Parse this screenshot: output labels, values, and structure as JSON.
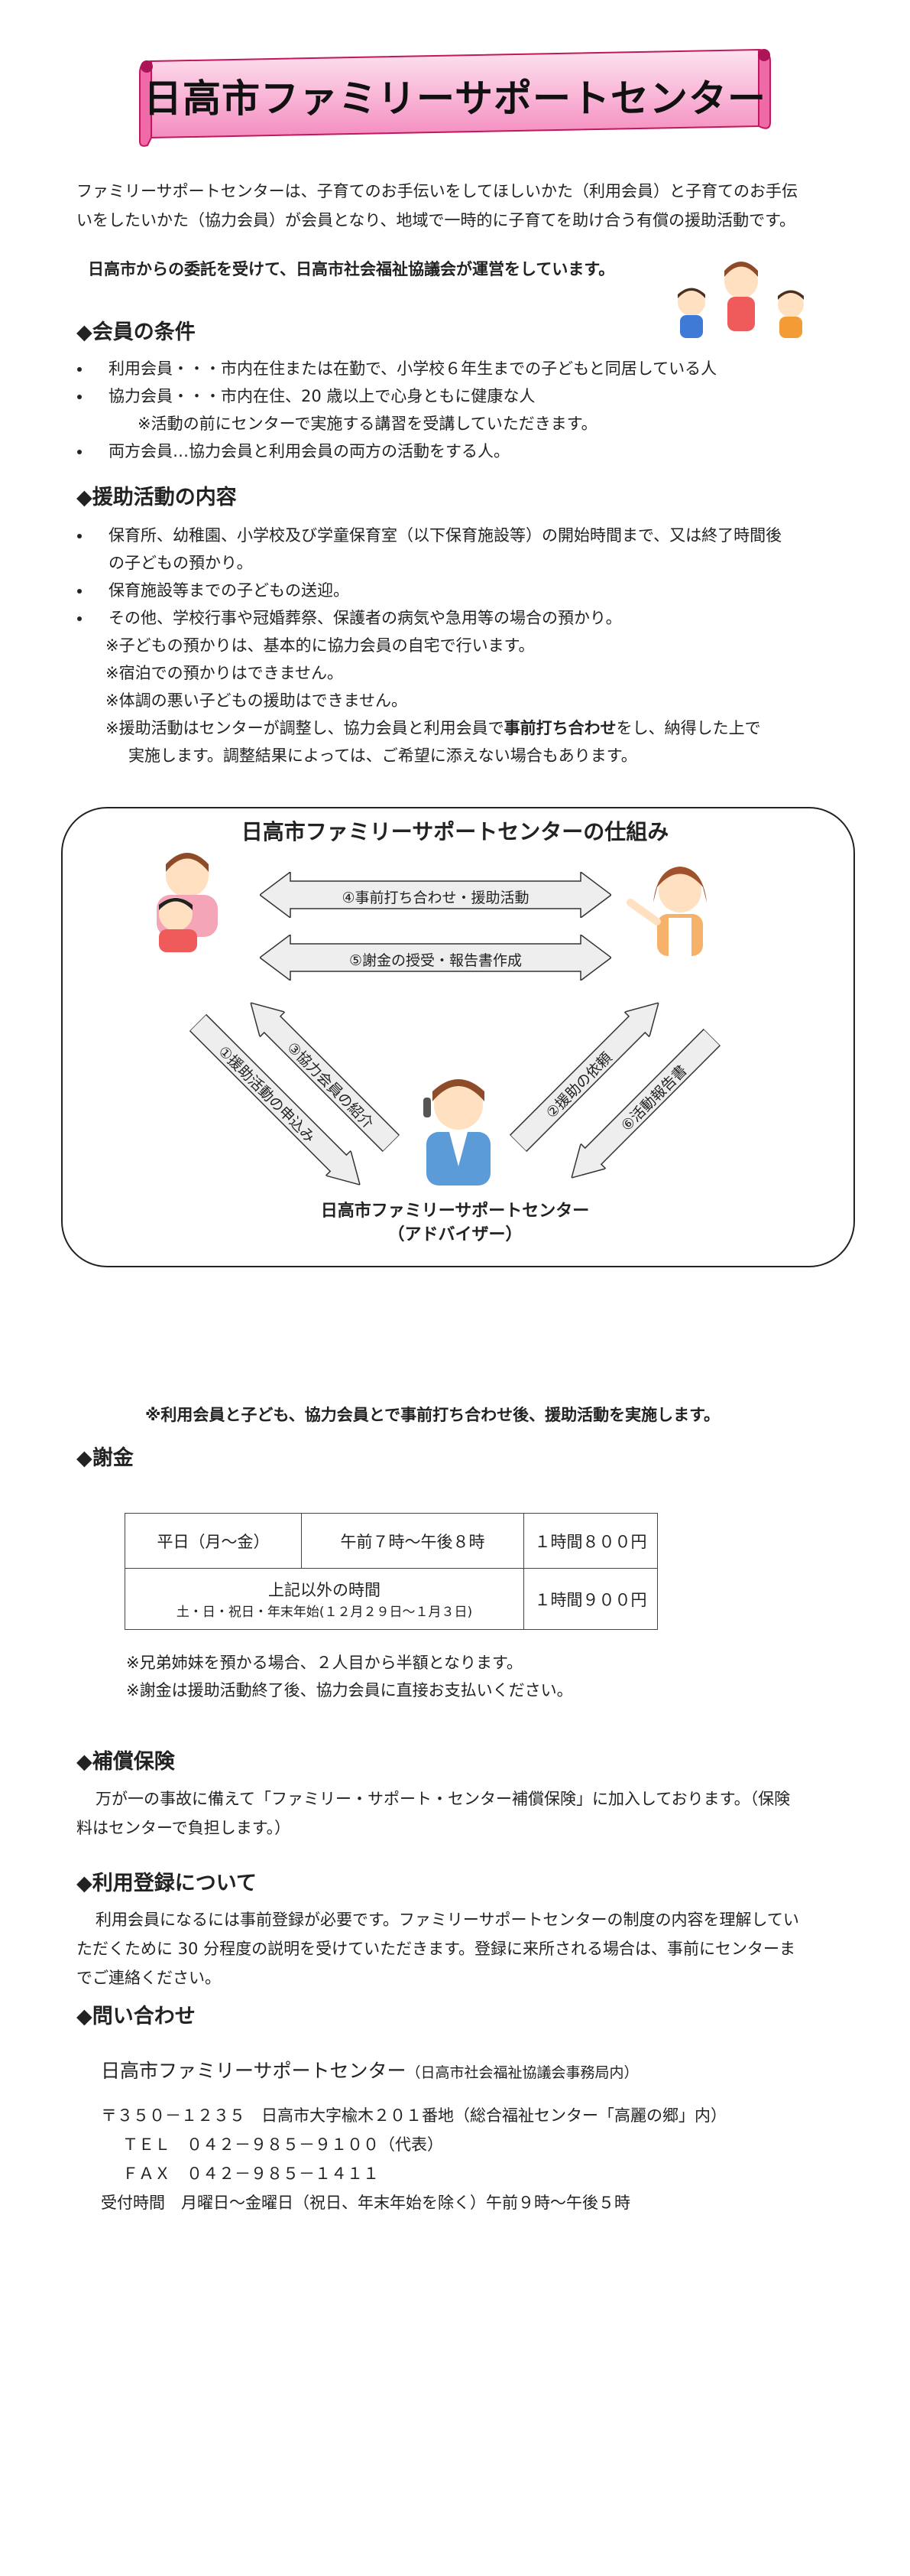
{
  "title": "日高市ファミリーサポートセンター",
  "intro": {
    "line1": "ファミリーサポートセンターは、子育てのお手伝いをしてほしいかた（利用会員）と子育てのお手伝",
    "line2": "いをしたいかた（協力会員）が会員となり、地域で一時的に子育てを助け合う有償の援助活動です。",
    "entrusted": "日高市からの委託を受けて、日高市社会福祉協議会が運営をしています。"
  },
  "membership": {
    "heading": "◆会員の条件",
    "items": [
      "利用会員・・・市内在住または在勤で、小学校６年生までの子どもと同居している人",
      "協力会員・・・市内在住、20 歳以上で心身ともに健康な人",
      "両方会員…協力会員と利用会員の両方の活動をする人。"
    ],
    "note": "※活動の前にセンターで実施する講習を受講していただきます。"
  },
  "activities": {
    "heading": "◆援助活動の内容",
    "item1_line1": "保育所、幼稚園、小学校及び学童保育室（以下保育施設等）の開始時間まで、又は終了時間後",
    "item1_line2": "の子どもの預かり。",
    "item2": "保育施設等までの子どもの送迎。",
    "item3": "その他、学校行事や冠婚葬祭、保護者の病気や急用等の場合の預かり。",
    "notes": [
      "※子どもの預かりは、基本的に協力会員の自宅で行います。",
      "※宿泊での預かりはできません。",
      "※体調の悪い子どもの援助はできません。"
    ],
    "last_note_a": "※援助活動はセンターが調整し、協力会員と利用会員で",
    "last_note_b": "事前打ち合わせ",
    "last_note_c": "をし、納得した上で",
    "last_note_line2": "実施します。調整結果によっては、ご希望に添えない場合もあります。"
  },
  "diagram": {
    "title": "日高市ファミリーサポートセンターの仕組み",
    "arrow4": "④事前打ち合わせ・援助活動",
    "arrow5": "⑤謝金の授受・報告書作成",
    "arrow1": "①援助活動の申込み",
    "arrow3": "③協力会員の紹介",
    "arrow2": "②援助の依頼",
    "arrow6": "⑥活動報告書",
    "center_name": "日高市ファミリーサポートセンター",
    "center_sub": "（アドバイザー）"
  },
  "implementation_note": "※利用会員と子ども、協力会員とで事前打ち合わせ後、援助活動を実施します。",
  "fees": {
    "heading": "◆謝金",
    "row1": {
      "day": "平日（月～金）",
      "time": "午前７時～午後８時",
      "price": "１時間８００円"
    },
    "row2": {
      "line1": "上記以外の時間",
      "line2": "土・日・祝日・年末年始(１２月２９日～１月３日)",
      "price": "１時間９００円"
    },
    "notes": [
      "※兄弟姉妹を預かる場合、２人目から半額となります。",
      "※謝金は援助活動終了後、協力会員に直接お支払いください。"
    ]
  },
  "insurance": {
    "heading": "◆補償保険",
    "line1": "万が一の事故に備えて「ファミリー・サポート・センター補償保険」に加入しております。（保険",
    "line2": "料はセンターで負担します。）"
  },
  "registration": {
    "heading": "◆利用登録について",
    "line1": "利用会員になるには事前登録が必要です。ファミリーサポートセンターの制度の内容を理解してい",
    "line2": "ただくために 30 分程度の説明を受けていただきます。登録に来所される場合は、事前にセンターま",
    "line3": "でご連絡ください。"
  },
  "contact": {
    "heading": "◆問い合わせ",
    "org": "日高市ファミリーサポートセンター",
    "org_sub": "（日高市社会福祉協議会事務局内）",
    "address": "〒３５０－１２３５　日高市大字楡木２０１番地（総合福祉センター「高麗の郷」内）",
    "tel": "ＴＥＬ　０４２－９８５－９１００（代表）",
    "fax": "ＦＡＸ　０４２－９８５－１４１１",
    "hours": "受付時間　月曜日～金曜日（祝日、年末年始を除く）午前９時～午後５時"
  },
  "colors": {
    "banner_pink": "#f7a8cf",
    "banner_light": "#fde3ef",
    "arrow_fill": "#eeeeee"
  }
}
